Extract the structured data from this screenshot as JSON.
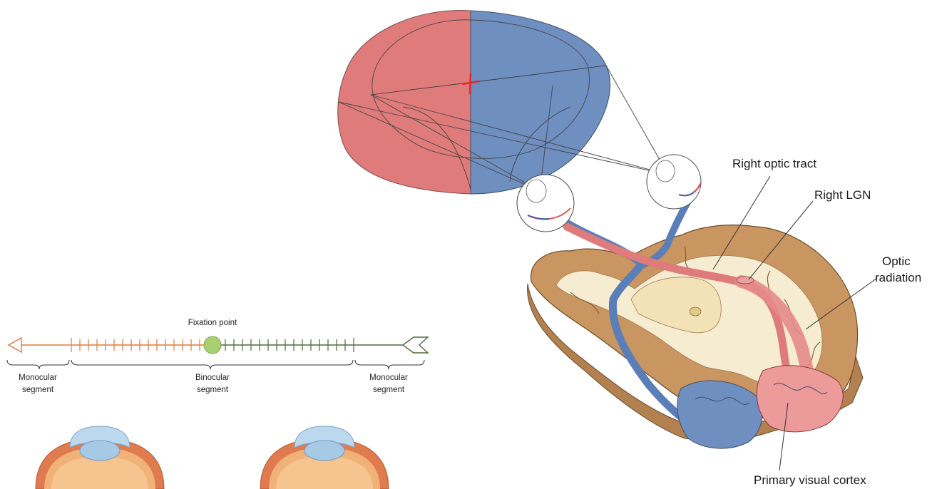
{
  "top_diagram": {
    "labels": {
      "right_optic_tract": "Right optic tract",
      "right_lgn": "Right LGN",
      "optic_radiation_line1": "Optic",
      "optic_radiation_line2": "radiation",
      "primary_visual_cortex": "Primary visual cortex"
    },
    "colors": {
      "left_hemifield": "#e07b7b",
      "right_hemifield": "#6e8fbf",
      "brain_tissue": "#c89563",
      "white_matter": "#f5ecd2"
    }
  },
  "binocular_diagram": {
    "fixation_point": "Fixation point",
    "left_monocular": {
      "line1": "Monocular",
      "line2": "segment"
    },
    "binocular": {
      "line1": "Binocular",
      "line2": "segment"
    },
    "right_monocular": {
      "line1": "Monocular",
      "line2": "segment"
    },
    "colors": {
      "left_ray": "#e07a3a",
      "right_ray": "#4f6a3a",
      "fixation": "#a8cf72"
    }
  }
}
